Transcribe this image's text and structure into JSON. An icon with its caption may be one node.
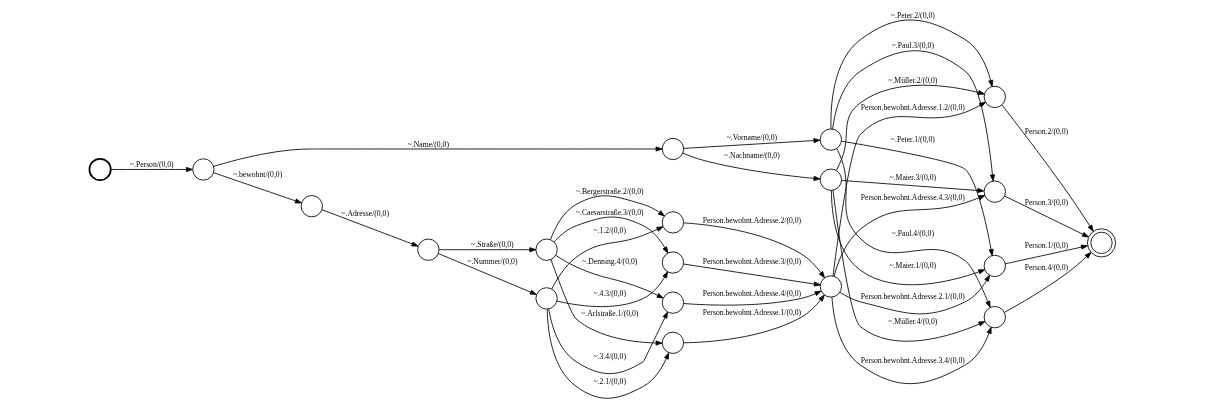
{
  "diagram": {
    "nodes": [
      {
        "text": [],
        "shape": "circle"
      },
      {
        "text": [],
        "shape": "circle"
      },
      {
        "text": [],
        "shape": "circle"
      },
      {
        "text": [],
        "shape": "circle"
      },
      {
        "text": [],
        "shape": "circle"
      },
      {
        "text": [],
        "shape": "circle"
      },
      {
        "text": [],
        "shape": "circle"
      },
      {
        "text": [],
        "shape": "circle"
      },
      {
        "text": [],
        "shape": "circle"
      },
      {
        "text": [],
        "shape": "circle"
      },
      {
        "text": [],
        "shape": "circle"
      },
      {
        "text": [],
        "shape": "circle"
      },
      {
        "text": [],
        "shape": "circle"
      },
      {
        "text": [],
        "shape": "circle"
      },
      {
        "text": [],
        "shape": "circle"
      },
      {
        "text": [],
        "shape": "circle"
      },
      {
        "text": [],
        "shape": "circle"
      },
      {
        "text": [],
        "shape": "circle"
      },
      {
        "text": [],
        "shape": "doublecircle"
      }
    ],
    "edges": [
      {
        "from": 0,
        "to": 1,
        "arrow": "to",
        "label": "~.Person/(0,0)"
      },
      {
        "from": 1,
        "to": 4,
        "arrow": "to",
        "label": "~.Name/(0,0)"
      },
      {
        "from": 1,
        "to": 2,
        "arrow": "to",
        "label": "~.bewohnt/(0,0)"
      },
      {
        "from": 2,
        "to": 3,
        "arrow": "to",
        "label": "~.Adresse/(0,0)"
      },
      {
        "from": 4,
        "to": 11,
        "arrow": "to",
        "label": "~.Vorname/(0,0)"
      },
      {
        "from": 4,
        "to": 12,
        "arrow": "to",
        "label": "~.Nachname/(0,0)"
      },
      {
        "from": 3,
        "to": 5,
        "arrow": "to",
        "label": "~.Straße/(0,0)"
      },
      {
        "from": 3,
        "to": 6,
        "arrow": "to",
        "label": "~.Nummer/(0,0)"
      },
      {
        "from": 5,
        "to": 7,
        "arrow": "to",
        "label": "~.Bergerstraße.2/(0,0)"
      },
      {
        "from": 5,
        "to": 8,
        "arrow": "to",
        "label": "~.Caesarstraße.3/(0,0)"
      },
      {
        "from": 6,
        "to": 7,
        "arrow": "to",
        "label": "~.1.2/(0,0)"
      },
      {
        "from": 5,
        "to": 9,
        "arrow": "to",
        "label": "~.Denning.4/(0,0)"
      },
      {
        "from": 6,
        "to": 8,
        "arrow": "to",
        "label": "~.4.3/(0,0)"
      },
      {
        "from": 5,
        "to": 10,
        "arrow": "to",
        "label": "~.Arlstraße.1/(0,0)"
      },
      {
        "from": 6,
        "to": 9,
        "arrow": "to",
        "label": "~.3.4/(0,0)"
      },
      {
        "from": 6,
        "to": 10,
        "arrow": "to",
        "label": "~.2.1/(0,0)"
      },
      {
        "from": 7,
        "to": 13,
        "arrow": "to",
        "label": "Person.bewohnt.Adresse.2/(0,0)"
      },
      {
        "from": 8,
        "to": 13,
        "arrow": "to",
        "label": "Person.bewohnt.Adresse.3/(0,0)"
      },
      {
        "from": 9,
        "to": 13,
        "arrow": "to",
        "label": "Person.bewohnt.Adresse.4/(0,0)"
      },
      {
        "from": 10,
        "to": 13,
        "arrow": "to",
        "label": "Person.bewohnt.Adresse.1/(0,0)"
      },
      {
        "from": 11,
        "to": 14,
        "arrow": "to",
        "label": "~.Peter.2/(0,0)"
      },
      {
        "from": 11,
        "to": 15,
        "arrow": "to",
        "label": "~.Paul.3/(0,0)"
      },
      {
        "from": 12,
        "to": 14,
        "arrow": "to",
        "label": "~.Müller.2/(0,0)"
      },
      {
        "from": 13,
        "to": 14,
        "arrow": "to",
        "label": "Person.bewohnt.Adresse.1.2/(0,0)"
      },
      {
        "from": 11,
        "to": 16,
        "arrow": "to",
        "label": "~.Peter.1/(0,0)"
      },
      {
        "from": 12,
        "to": 15,
        "arrow": "to",
        "label": "~.Maier.3/(0,0)"
      },
      {
        "from": 13,
        "to": 15,
        "arrow": "to",
        "label": "Person.bewohnt.Adresse.4.3/(0,0)"
      },
      {
        "from": 11,
        "to": 17,
        "arrow": "to",
        "label": "~.Paul.4/(0,0)"
      },
      {
        "from": 12,
        "to": 16,
        "arrow": "to",
        "label": "~.Maier.1/(0,0)"
      },
      {
        "from": 13,
        "to": 16,
        "arrow": "to",
        "label": "Person.bewohnt.Adresse.2.1/(0,0)"
      },
      {
        "from": 12,
        "to": 17,
        "arrow": "to",
        "label": "~.Müller.4/(0,0)"
      },
      {
        "from": 13,
        "to": 17,
        "arrow": "to",
        "label": "Person.bewohnt.Adresse.3.4/(0,0)"
      },
      {
        "from": 14,
        "to": 18,
        "arrow": "to",
        "label": "Person.2/(0,0)"
      },
      {
        "from": 15,
        "to": 18,
        "arrow": "to",
        "label": "Person.3/(0,0)"
      },
      {
        "from": 16,
        "to": 18,
        "arrow": "to",
        "label": "Person.1/(0,0)"
      },
      {
        "from": 17,
        "to": 18,
        "arrow": "to",
        "label": "Person.4/(0,0)"
      }
    ]
  }
}
